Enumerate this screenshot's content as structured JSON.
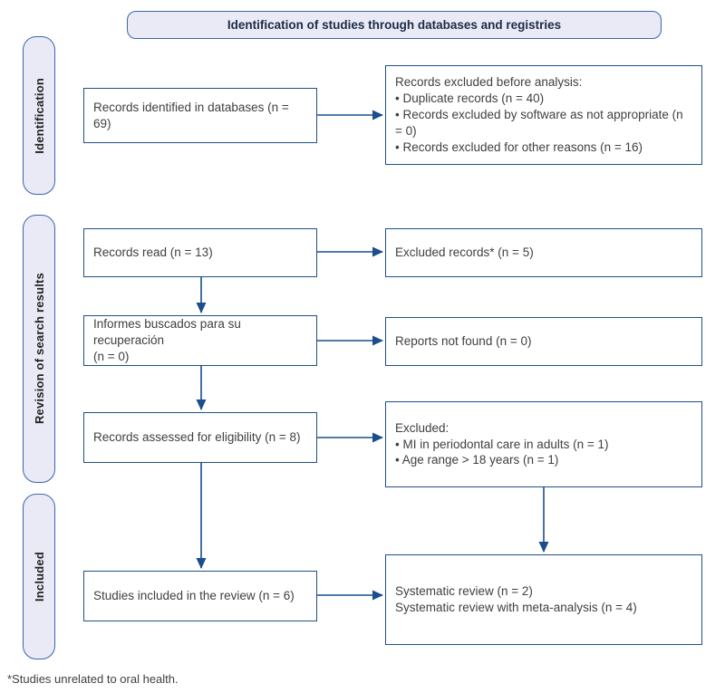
{
  "banner": {
    "title": "Identification of studies through databases and registries"
  },
  "stages": [
    {
      "label": "Identification"
    },
    {
      "label": "Revision of search results"
    },
    {
      "label": "Included"
    }
  ],
  "boxes": {
    "records_identified": {
      "line1": "Records identified in databases (n = 69)"
    },
    "records_excluded_before": {
      "heading": "Records excluded before analysis:",
      "bullet1": "• Duplicate records (n = 40)",
      "bullet2": "• Records excluded by software as not appropriate (n = 0)",
      "bullet3": "• Records excluded for other reasons (n = 16)"
    },
    "records_read": {
      "line1": "Records read (n = 13)"
    },
    "excluded_records": {
      "line1": "Excluded records* (n = 5)"
    },
    "reports_sought": {
      "line1": "Informes buscados para su recuperación",
      "line2": "(n = 0)"
    },
    "reports_not_found": {
      "line1": "Reports not found (n = 0)"
    },
    "records_assessed": {
      "line1": "Records assessed for eligibility (n = 8)"
    },
    "excluded_eligibility": {
      "heading": "Excluded:",
      "bullet1": "• MI in periodontal care in adults (n = 1)",
      "bullet2": "• Age range > 18 years (n = 1)"
    },
    "studies_included": {
      "line1": "Studies included in the review (n = 6)"
    },
    "final_counts": {
      "line1": "Systematic review (n = 2)",
      "line2": "Systematic review with meta-analysis (n = 4)"
    }
  },
  "footnote": "*Studies unrelated to oral health.",
  "colors": {
    "box_border": "#20508a",
    "arrow": "#1b4e8c",
    "stage_fill": "#e9eaf6",
    "stage_border": "#3b66ac",
    "text": "#3f3f3f"
  }
}
